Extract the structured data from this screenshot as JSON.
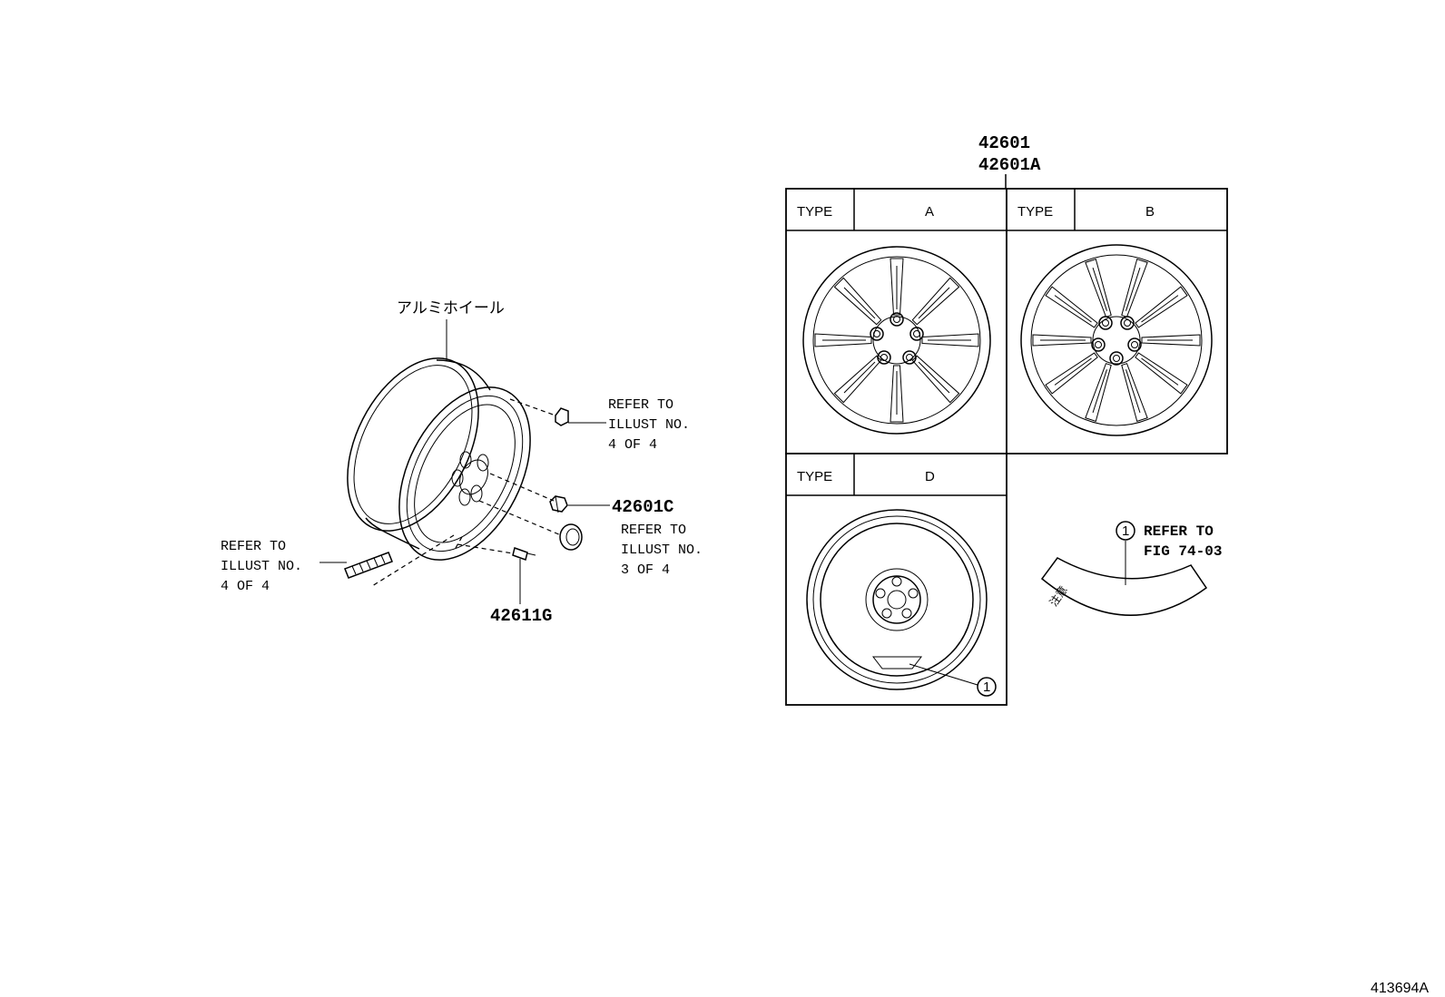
{
  "left_assembly": {
    "wheel_label": "アルミホイール",
    "refer_valve_cap": [
      "REFER TO",
      "ILLUST NO.",
      "4 OF 4"
    ],
    "lug_nut_part": "42601C",
    "refer_center_cap": [
      "REFER TO",
      "ILLUST NO.",
      "3 OF 4"
    ],
    "valve_part": "42611G",
    "refer_weight": [
      "REFER TO",
      "ILLUST NO.",
      "4 OF 4"
    ]
  },
  "right_panel": {
    "part_numbers": [
      "42601",
      "42601A"
    ],
    "type_header": "TYPE",
    "type_a": "A",
    "type_b": "B",
    "type_d": "D",
    "callout_number": "1",
    "refer_label": [
      "REFER TO",
      "FIG 74-03"
    ],
    "label_text": "注意"
  },
  "figure_code": "413694A"
}
